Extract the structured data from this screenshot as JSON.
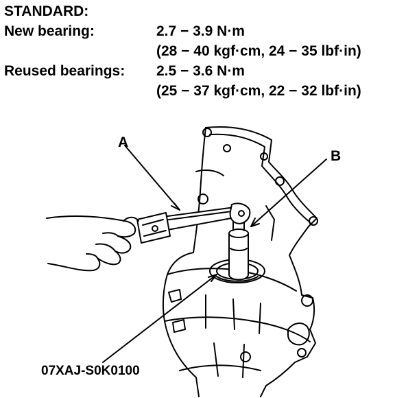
{
  "standard_heading": "STANDARD:",
  "specs": [
    {
      "label": "New bearing:",
      "value": "2.7 − 3.9 N·m",
      "value_alt": "(28 − 40 kgf·cm, 24 − 35 lbf·in)"
    },
    {
      "label": "Reused bearings:",
      "value": "2.5 − 3.6 N·m",
      "value_alt": "(25 − 37 kgf·cm, 22 − 32 lbf·in)"
    }
  ],
  "illustration": {
    "callout_a": "A",
    "callout_b": "B",
    "tool_number": "07XAJ-S0K0100"
  }
}
